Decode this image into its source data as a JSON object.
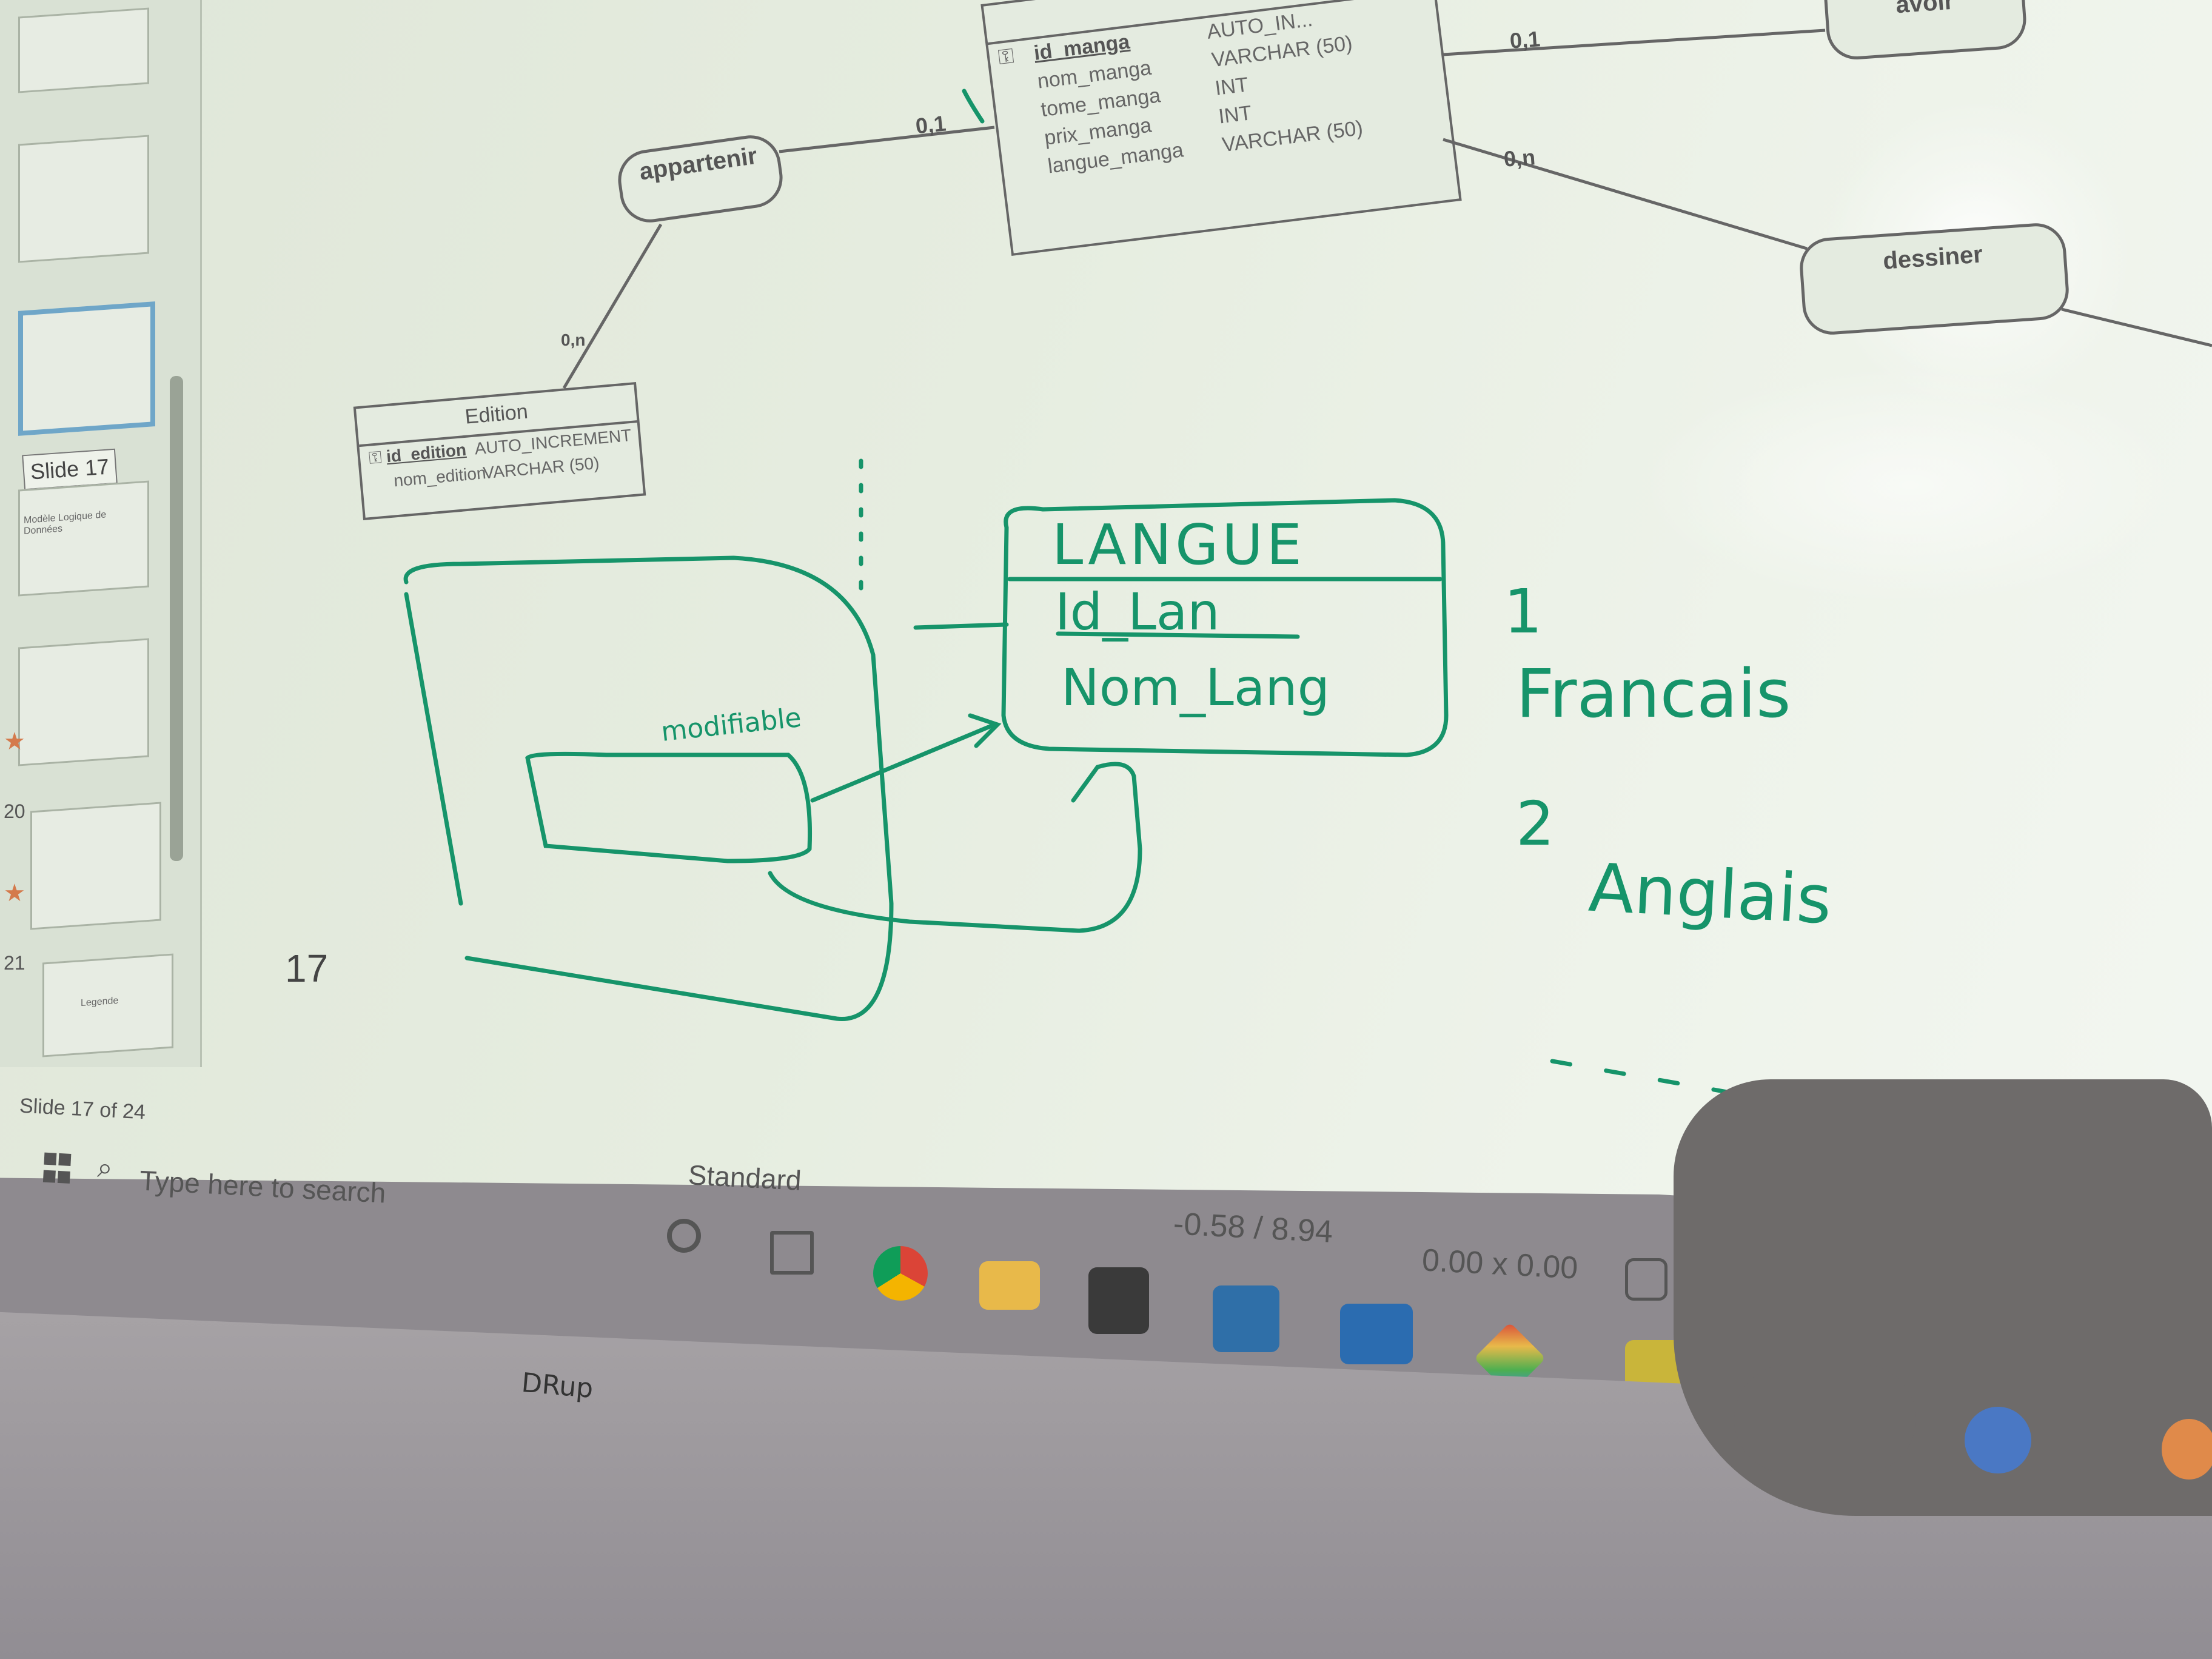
{
  "slide_panel": {
    "tooltip": "Slide 17",
    "numbers": [
      "20",
      "21"
    ],
    "status": "Slide 17 of 24",
    "thumb_captions": [
      "Modèle Logique de Données",
      "Legende"
    ]
  },
  "slide": {
    "number": "17",
    "entity_manga": {
      "rows": [
        {
          "name": "id_manga",
          "type": "AUTO_IN..."
        },
        {
          "name": "nom_manga",
          "type": "VARCHAR (50)"
        },
        {
          "name": "tome_manga",
          "type": "INT"
        },
        {
          "name": "prix_manga",
          "type": "INT"
        },
        {
          "name": "langue_manga",
          "type": "VARCHAR (50)"
        }
      ]
    },
    "entity_edition": {
      "title": "Edition",
      "rows": [
        {
          "name": "id_edition",
          "type": "AUTO_INCREMENT"
        },
        {
          "name": "nom_edition",
          "type": "VARCHAR (50)"
        }
      ]
    },
    "associations": {
      "appartenir": "appartenir",
      "dessiner": "dessiner",
      "avoir": "avoir"
    },
    "cardinalities": {
      "manga_appartenir": "0,1",
      "edition_appartenir": "0,n",
      "manga_avoir": "0,1",
      "manga_dessiner": "0,n"
    }
  },
  "handwriting": {
    "entity_title": "LANGUE",
    "key_field": "Id_Lan",
    "field": "Nom_Lang",
    "label_modifiable": "modifiable",
    "item1_num": "1",
    "item1_val": "Francais",
    "item2_num": "2",
    "item2_val": "Anglais",
    "ledge_text": "DRup"
  },
  "taskbar": {
    "search_placeholder": "Type here to search",
    "style_box": "Standard",
    "position": "-0.58 / 8.94",
    "size": "0.00 x 0.00"
  },
  "colors": {
    "marker": "#16946a",
    "projection": "#e6ede0",
    "chrome": "#4285f4",
    "folder": "#e8b94a"
  }
}
